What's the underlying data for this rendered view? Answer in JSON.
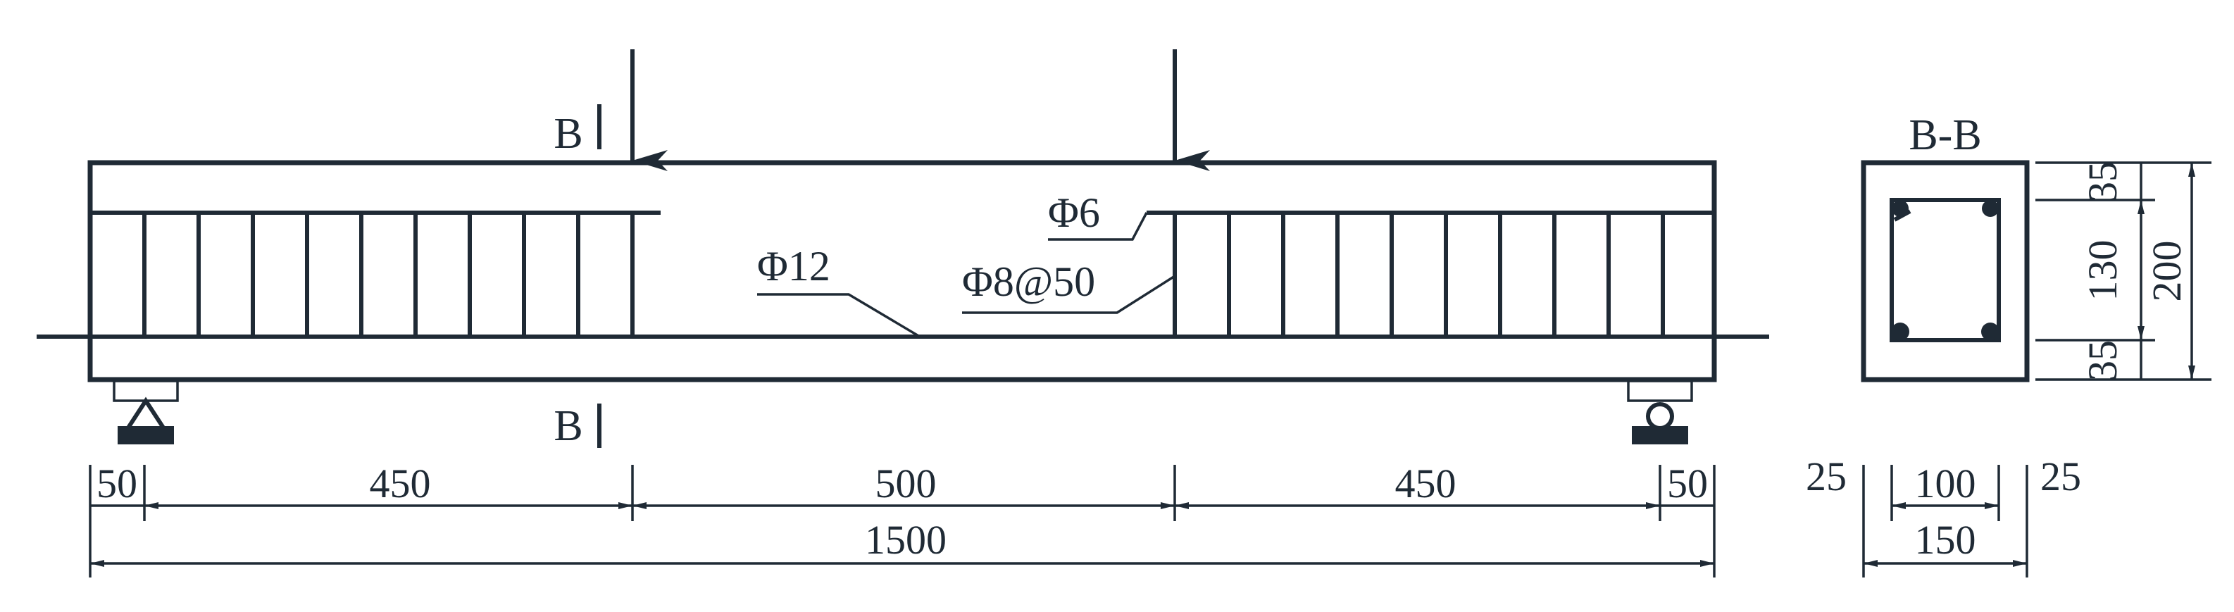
{
  "section_label": "B",
  "section_title": "B-B",
  "rebar": {
    "top": "Φ6",
    "bottom": "Φ12",
    "stirrup": "Φ8@50"
  },
  "beam_dims": {
    "overhang_left": "50",
    "shear_left": "450",
    "middle": "500",
    "shear_right": "450",
    "overhang_right": "50",
    "total": "1500"
  },
  "section_dims": {
    "cover_top": "35",
    "core_height": "130",
    "cover_bottom": "35",
    "total_height": "200",
    "cover_left": "25",
    "core_width": "100",
    "cover_right": "25",
    "total_width": "150"
  },
  "colors": {
    "ink": "#1f2a35",
    "background": "#ffffff"
  }
}
